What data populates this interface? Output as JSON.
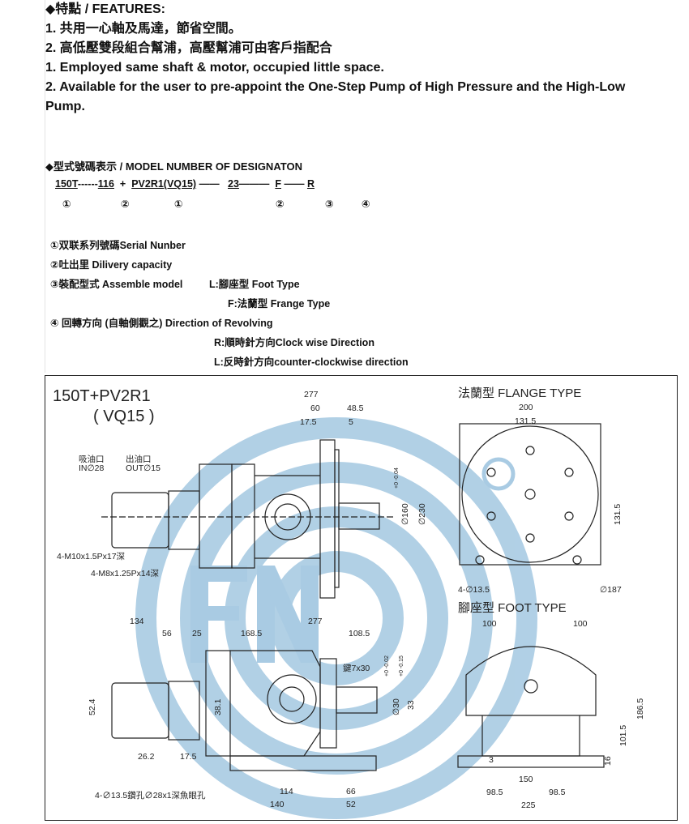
{
  "features": {
    "heading": "◆特點 / FEATURES:",
    "lines": [
      "1. 共用一心軸及馬達，節省空間。",
      "2. 高低壓雙段組合幫浦，高壓幫浦可由客戶指配合",
      "1.  Employed same shaft & motor, occupied little space.",
      "2.  Available for the user to pre-appoint the One-Step Pump of High   Pressure and the High-Low",
      "Pump."
    ]
  },
  "model": {
    "heading": "◆型式號碼表示 / MODEL NUMBER OF DESIGNATON",
    "parts": [
      "150T",
      "------",
      "116",
      "+",
      "PV2R1(VQ15)",
      "——",
      "23",
      "———",
      "F",
      "——",
      "R"
    ],
    "markers": [
      "①",
      "②",
      "①",
      "②",
      "③",
      "④"
    ],
    "legend": [
      "①双联系列號碼Serial Nunber",
      "②吐出里 Dilivery capacity",
      "③裝配型式 Assemble model",
      "L:腳座型 Foot Type",
      "F:法蘭型 Frange Type",
      "④ 回轉方向 (自軸側觀之) Direction of Revolving",
      "R:順時針方向Clock wise Direction",
      "L:反時針方向counter-clockwise direction"
    ]
  },
  "drawing": {
    "title": "150T+PV2R1",
    "subtitle": "( VQ15 )",
    "flange_type": "法蘭型  FLANGE TYPE",
    "foot_type": "腳座型  FOOT TYPE",
    "watermark_color": "#a9cbe3",
    "ports": {
      "in_cn": "吸油口",
      "in": "IN∅28",
      "out_cn": "出油口",
      "out": "OUT∅15",
      "tap1": "4-M10x1.5Px17深",
      "tap2": "4-M8x1.25Px14深"
    },
    "top_dims": {
      "d277": "277",
      "d60": "60",
      "d48_5": "48.5",
      "d17_5": "17.5",
      "d5": "5",
      "d160": "∅160",
      "d160_tol": "+0 -0.04",
      "d230": "∅230"
    },
    "flange_dims": {
      "d200": "200",
      "d131_5": "131.5",
      "d131_5v": "131.5",
      "holes": "4-∅13.5",
      "d187": "∅187"
    },
    "side_dims": {
      "d134": "134",
      "d277": "277",
      "d56": "56",
      "d25": "25",
      "d168_5": "168.5",
      "d108_5": "108.5",
      "key": "鍵7x30",
      "tol1": "+0 -0.02",
      "tol2": "+0 -0.15",
      "d30": "∅30",
      "d33": "33",
      "d52_4": "52.4",
      "d38_1": "38.1",
      "d26_2": "26.2",
      "d17_5": "17.5",
      "bolt": "4-∅13.5鑽孔∅28x1深魚眼孔",
      "d114": "114",
      "d140": "140",
      "d66": "66",
      "d52": "52"
    },
    "foot_dims": {
      "d100a": "100",
      "d100b": "100",
      "d186_5": "186.5",
      "d101_5": "101.5",
      "d16": "16",
      "d3": "3",
      "d150": "150",
      "d98_5a": "98.5",
      "d98_5b": "98.5",
      "d225": "225"
    }
  }
}
